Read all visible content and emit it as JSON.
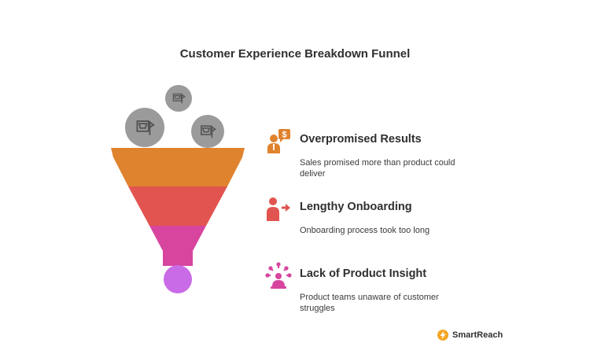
{
  "title": "Customer Experience Breakdown Funnel",
  "stages": [
    {
      "title": "Overpromised Results",
      "description": "Sales promised more than product could deliver",
      "icon": "salesperson-dollar-icon",
      "color": "#E0832E"
    },
    {
      "title": "Lengthy Onboarding",
      "description": "Onboarding process took too long",
      "icon": "person-arrow-icon",
      "color": "#E2544F"
    },
    {
      "title": "Lack of Product Insight",
      "description": "Product teams unaware of customer struggles",
      "icon": "alert-person-icon",
      "color": "#D7459F"
    }
  ],
  "funnel": {
    "bottom_color": "#C96BE6",
    "ball_color": "#9B9B9B",
    "ball_icon": "shopping-cart-sign-icon"
  },
  "brand": {
    "name": "SmartReach",
    "logo_color": "#F5A623"
  }
}
